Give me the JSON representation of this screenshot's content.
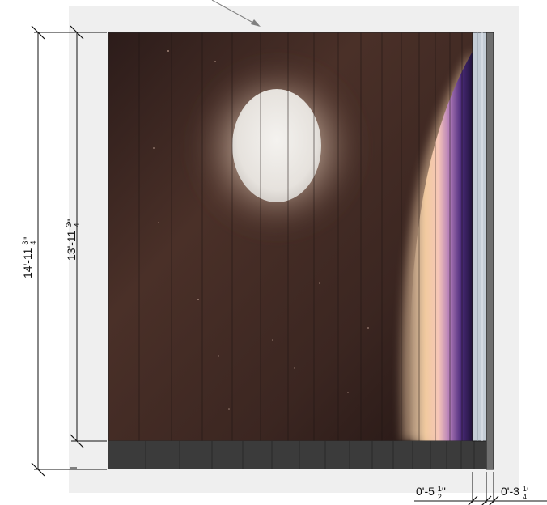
{
  "dimensions": {
    "overall_height": {
      "whole": "14'-11 ",
      "num": "3",
      "den": "4",
      "unit": "\""
    },
    "panel_height": {
      "whole": "13'-11 ",
      "num": "3",
      "den": "4",
      "unit": "\""
    },
    "bottom_left": {
      "whole": "0'-5 ",
      "num": "1",
      "den": "2",
      "unit": "\""
    },
    "bottom_right": {
      "whole": "0'-3 ",
      "num": "1",
      "den": "4",
      "unit": "'"
    }
  },
  "colors": {
    "sheet_bg": "#efefef",
    "space_dark": "#3a2622",
    "moon": "#ebe7e2",
    "glow": "#ffe9cf",
    "atmosphere": "#6a3aa0",
    "frame_glass": "#c4cdd6",
    "base_band": "#3a3a3a",
    "leader": "#808080",
    "dim_line": "#111111"
  },
  "icons": {
    "leader_arrow": "arrowhead-icon",
    "tick": "tick-mark-icon"
  }
}
